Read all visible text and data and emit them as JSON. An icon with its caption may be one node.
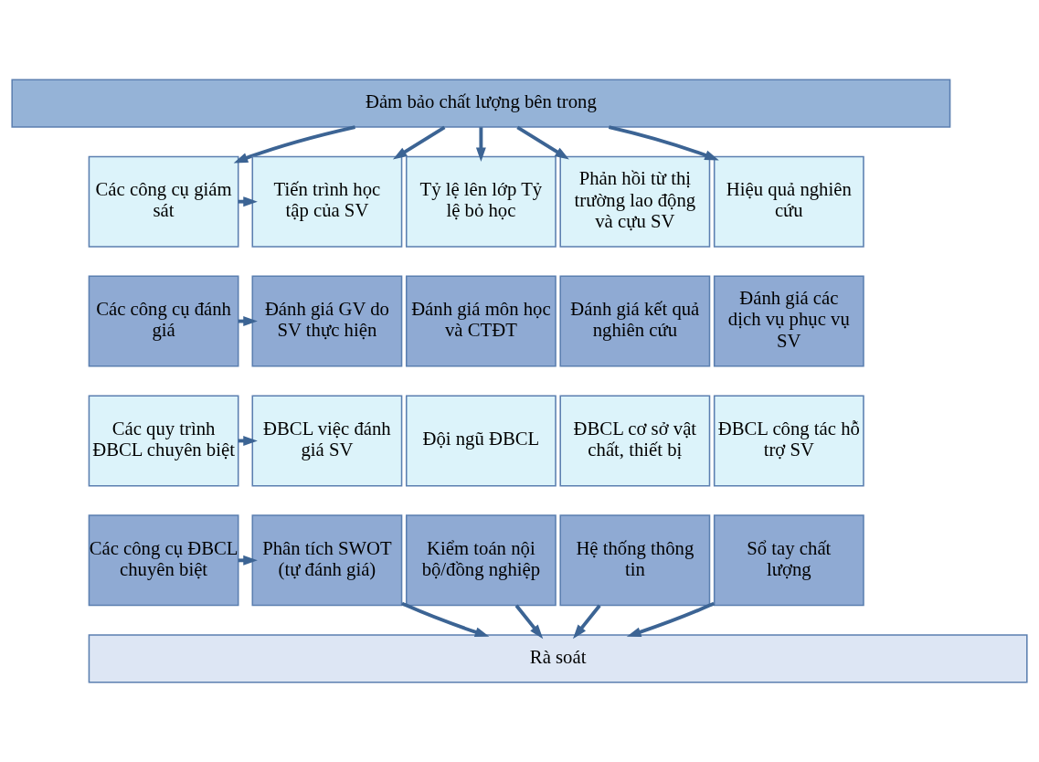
{
  "diagram": {
    "nodes": [
      {
        "text": [
          "Đảm bảo chất lượng bên trong"
        ]
      },
      {
        "text": [
          "Các công cụ giám sát"
        ]
      },
      {
        "text": [
          "Tiến trình học tập của SV"
        ]
      },
      {
        "text": [
          "Tỷ lệ lên lớp Tỷ lệ bỏ học"
        ]
      },
      {
        "text": [
          "Phản hồi từ thị trường lao động và cựu SV"
        ]
      },
      {
        "text": [
          "Hiệu quả nghiên cứu"
        ]
      },
      {
        "text": [
          "Các công cụ đánh giá"
        ]
      },
      {
        "text": [
          "Đánh giá GV do SV thực hiện"
        ]
      },
      {
        "text": [
          "Đánh giá môn học và CTĐT"
        ]
      },
      {
        "text": [
          "Đánh giá kết quả nghiên cứu"
        ]
      },
      {
        "text": [
          "Đánh giá các dịch vụ phục vụ SV"
        ]
      },
      {
        "text": [
          "Các quy trình ĐBCL chuyên biệt"
        ]
      },
      {
        "text": [
          "ĐBCL việc đánh giá SV"
        ]
      },
      {
        "text": [
          "Đội ngũ ĐBCL"
        ]
      },
      {
        "text": [
          "ĐBCL cơ sở vật chất, thiết bị"
        ]
      },
      {
        "text": [
          "ĐBCL công tác hỗ trợ SV"
        ]
      },
      {
        "text": [
          "Các công cụ ĐBCL chuyên biệt"
        ]
      },
      {
        "text": [
          "Phân tích SWOT (tự đánh giá)"
        ]
      },
      {
        "text": [
          "Kiểm toán nội bộ/đồng nghiệp"
        ]
      },
      {
        "text": [
          "Hệ thống thông tin"
        ]
      },
      {
        "text": [
          "Sổ tay chất lượng"
        ]
      },
      {
        "text": [
          "Rà soát"
        ]
      }
    ],
    "edges": [
      {
        "from": 0,
        "to": 1,
        "arrow": "to"
      },
      {
        "from": 0,
        "to": 2,
        "arrow": "to"
      },
      {
        "from": 0,
        "to": 3,
        "arrow": "to"
      },
      {
        "from": 0,
        "to": 4,
        "arrow": "to"
      },
      {
        "from": 0,
        "to": 5,
        "arrow": "to"
      },
      {
        "from": 1,
        "to": 2,
        "arrow": "to"
      },
      {
        "from": 6,
        "to": 7,
        "arrow": "to"
      },
      {
        "from": 11,
        "to": 12,
        "arrow": "to"
      },
      {
        "from": 16,
        "to": 17,
        "arrow": "to"
      },
      {
        "from": 17,
        "to": 21,
        "arrow": "to"
      },
      {
        "from": 18,
        "to": 21,
        "arrow": "to"
      },
      {
        "from": 19,
        "to": 21,
        "arrow": "to"
      },
      {
        "from": 20,
        "to": 21,
        "arrow": "to"
      }
    ]
  }
}
